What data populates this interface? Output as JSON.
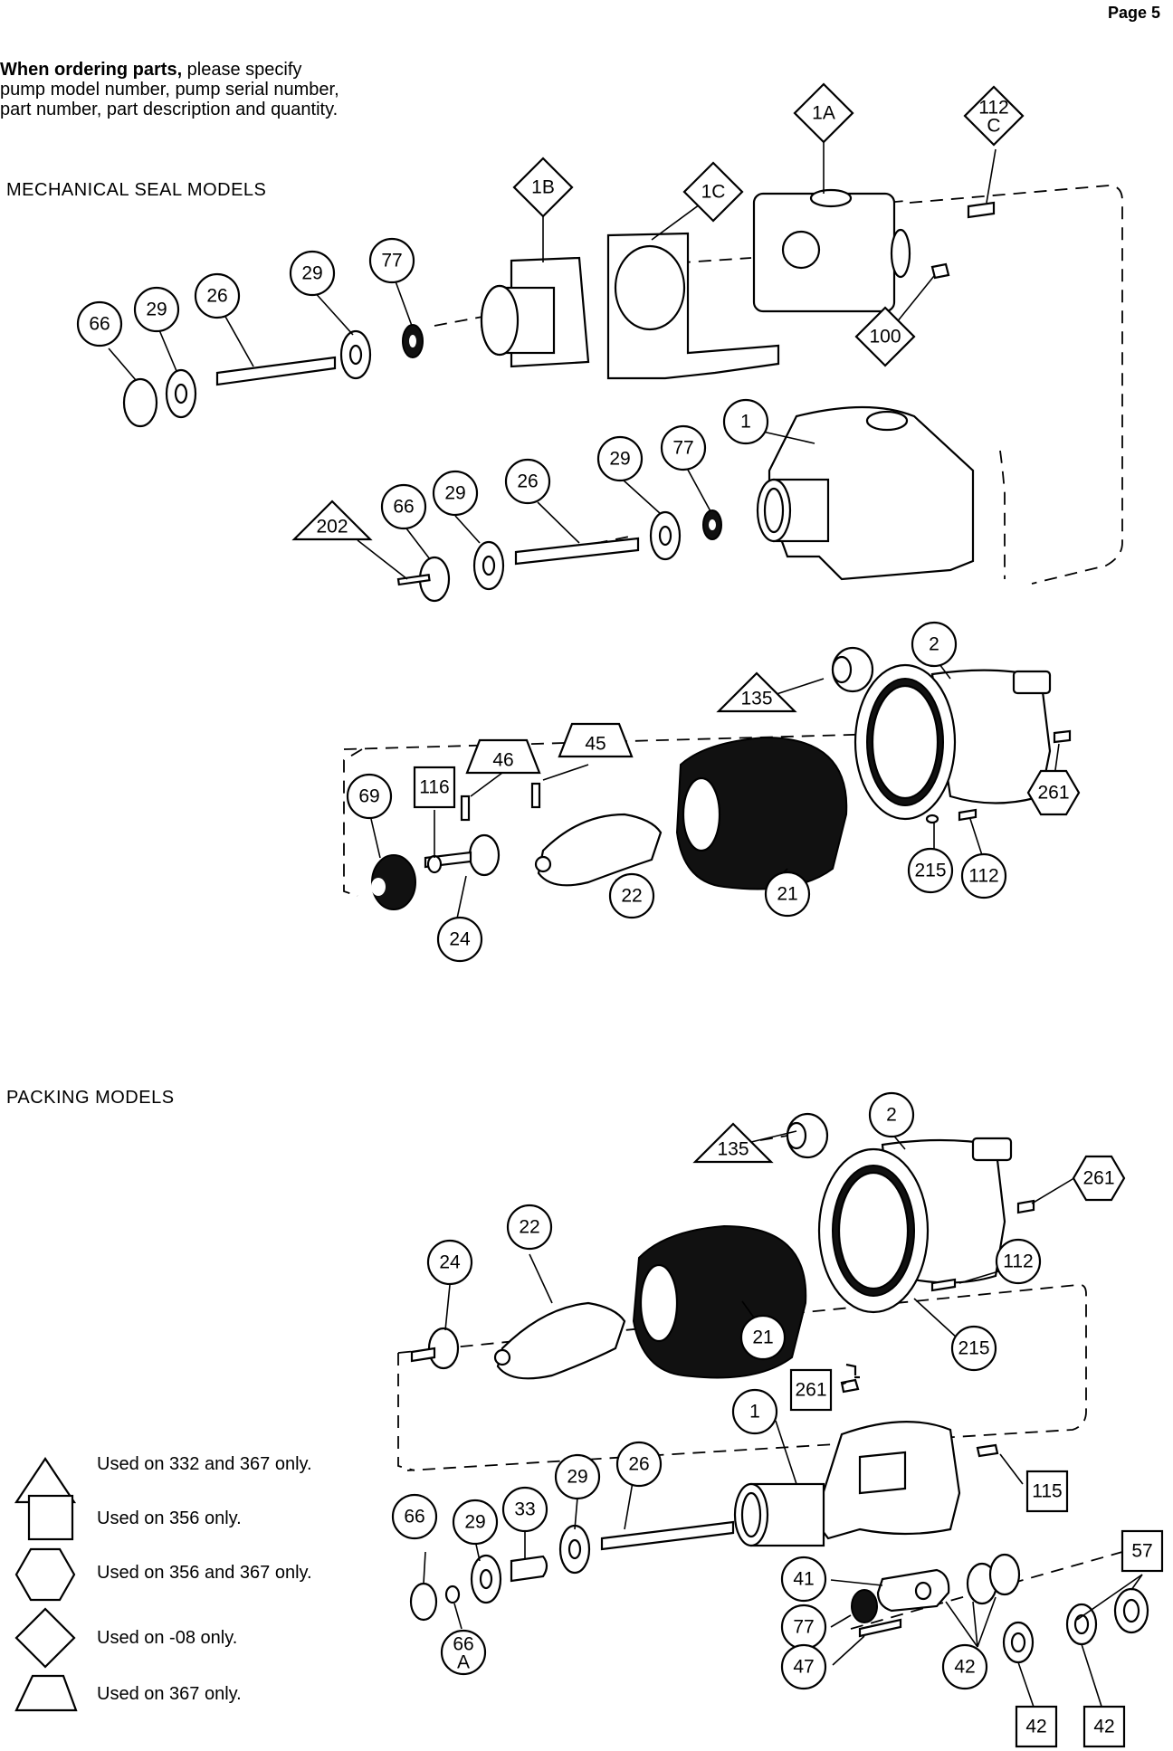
{
  "page": {
    "number": "Page 5"
  },
  "intro": {
    "bold": "When ordering parts,",
    "line1_rest": " please specify",
    "line2": "pump model number, pump serial number,",
    "line3": "part number, part description and quantity."
  },
  "sections": {
    "mechanical": "MECHANICAL SEAL MODELS",
    "packing": "PACKING MODELS"
  },
  "mechanical_callouts": [
    {
      "label": "1A",
      "shape": "diamond"
    },
    {
      "label": "112 C",
      "shape": "diamond"
    },
    {
      "label": "1B",
      "shape": "diamond"
    },
    {
      "label": "1C",
      "shape": "diamond"
    },
    {
      "label": "100",
      "shape": "diamond"
    },
    {
      "label": "77",
      "shape": "circle"
    },
    {
      "label": "29",
      "shape": "circle"
    },
    {
      "label": "26",
      "shape": "circle"
    },
    {
      "label": "29",
      "shape": "circle"
    },
    {
      "label": "66",
      "shape": "circle"
    },
    {
      "label": "1",
      "shape": "circle"
    },
    {
      "label": "77",
      "shape": "circle"
    },
    {
      "label": "29",
      "shape": "circle"
    },
    {
      "label": "26",
      "shape": "circle"
    },
    {
      "label": "29",
      "shape": "circle"
    },
    {
      "label": "66",
      "shape": "circle"
    },
    {
      "label": "202",
      "shape": "triangle"
    },
    {
      "label": "2",
      "shape": "circle"
    },
    {
      "label": "135",
      "shape": "triangle"
    },
    {
      "label": "45",
      "shape": "trapezoid"
    },
    {
      "label": "46",
      "shape": "trapezoid"
    },
    {
      "label": "116",
      "shape": "square"
    },
    {
      "label": "69",
      "shape": "circle"
    },
    {
      "label": "261",
      "shape": "hexagon"
    },
    {
      "label": "215",
      "shape": "circle"
    },
    {
      "label": "112",
      "shape": "circle"
    },
    {
      "label": "21",
      "shape": "circle"
    },
    {
      "label": "22",
      "shape": "circle"
    },
    {
      "label": "24",
      "shape": "circle"
    }
  ],
  "packing_callouts": [
    {
      "label": "2",
      "shape": "circle"
    },
    {
      "label": "135",
      "shape": "triangle"
    },
    {
      "label": "261",
      "shape": "hexagon"
    },
    {
      "label": "22",
      "shape": "circle"
    },
    {
      "label": "24",
      "shape": "circle"
    },
    {
      "label": "112",
      "shape": "circle"
    },
    {
      "label": "21",
      "shape": "circle"
    },
    {
      "label": "215",
      "shape": "circle"
    },
    {
      "label": "261",
      "shape": "square"
    },
    {
      "label": "1",
      "shape": "circle"
    },
    {
      "label": "115",
      "shape": "square"
    },
    {
      "label": "26",
      "shape": "circle"
    },
    {
      "label": "29",
      "shape": "circle"
    },
    {
      "label": "33",
      "shape": "circle"
    },
    {
      "label": "29",
      "shape": "circle"
    },
    {
      "label": "66",
      "shape": "circle"
    },
    {
      "label": "66 A",
      "shape": "circle"
    },
    {
      "label": "41",
      "shape": "circle"
    },
    {
      "label": "77",
      "shape": "circle"
    },
    {
      "label": "47",
      "shape": "circle"
    },
    {
      "label": "42",
      "shape": "circle"
    },
    {
      "label": "42",
      "shape": "square"
    },
    {
      "label": "42",
      "shape": "square"
    },
    {
      "label": "57",
      "shape": "square"
    }
  ],
  "legend": [
    {
      "shape": "triangle",
      "text": "Used on 332 and 367 only."
    },
    {
      "shape": "square",
      "text": "Used on 356 only."
    },
    {
      "shape": "hexagon",
      "text": "Used on 356 and 367 only."
    },
    {
      "shape": "diamond",
      "text": "Used on -08 only."
    },
    {
      "shape": "trapezoid",
      "text": "Used on 367 only."
    }
  ]
}
